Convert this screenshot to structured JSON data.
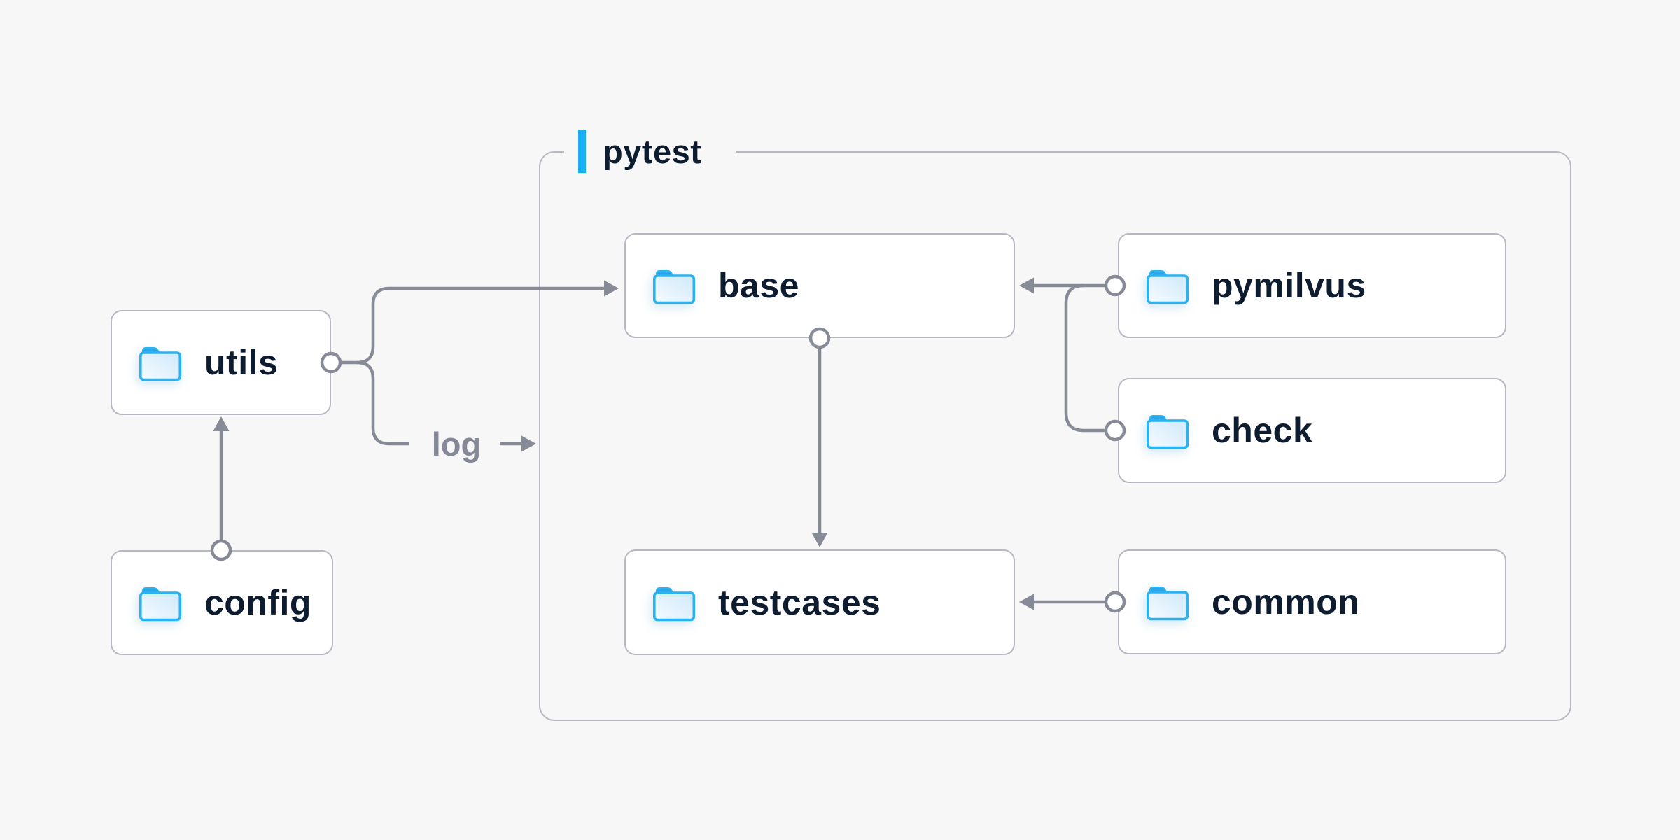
{
  "diagram": {
    "group": {
      "label": "pytest"
    },
    "nodes": {
      "utils": {
        "label": "utils"
      },
      "config": {
        "label": "config"
      },
      "base": {
        "label": "base"
      },
      "pymilvus": {
        "label": "pymilvus"
      },
      "check": {
        "label": "check"
      },
      "testcases": {
        "label": "testcases"
      },
      "common": {
        "label": "common"
      }
    },
    "edge_labels": {
      "log": "log"
    }
  },
  "icons": {
    "node_icon": "folder-icon"
  },
  "colors": {
    "background": "#f7f7f8",
    "node_fill": "#ffffff",
    "node_border": "#b6b8c2",
    "wire_gray": "#878b98",
    "text_navy": "#0e1c30",
    "edge_label_gray": "#848897",
    "accent_bar_blue": "#18b0f5",
    "folder_stroke_blue": "#29b3f2",
    "folder_tab_blue": "#2ca5e6"
  }
}
